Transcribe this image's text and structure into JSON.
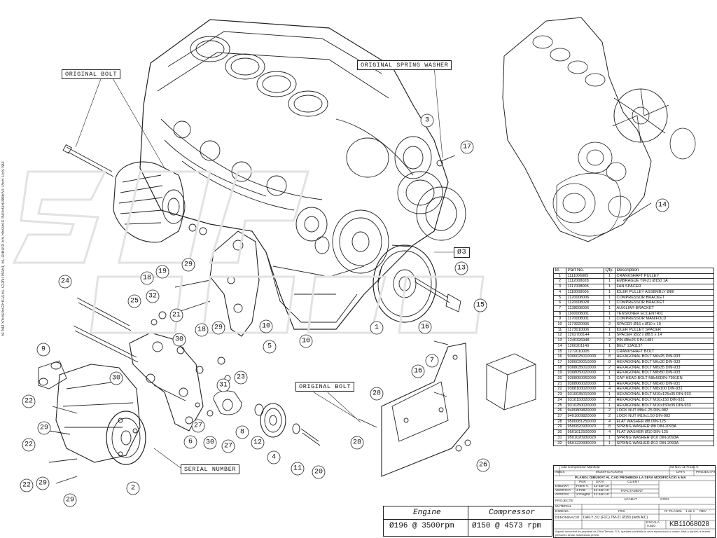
{
  "callouts": {
    "original_bolt_top": "ORIGINAL BOLT",
    "original_spring_washer": "ORIGINAL SPRING WASHER",
    "original_bolt_bottom": "ORIGINAL BOLT",
    "serial_number": "SERIAL NUMBER",
    "diameter_mark": "Ø3"
  },
  "balloons": {
    "b1": "1",
    "b2": "2",
    "b3": "3",
    "b4": "4",
    "b5": "5",
    "b6": "6",
    "b7": "7",
    "b8": "8",
    "b9": "9",
    "b10a": "10",
    "b10b": "10",
    "b11": "11",
    "b12": "12",
    "b13": "13",
    "b14": "14",
    "b15": "15",
    "b16a": "16",
    "b16b": "16",
    "b17": "17",
    "b18a": "18",
    "b18b": "18",
    "b19": "19",
    "b20": "20",
    "b21": "21",
    "b22a": "22",
    "b22b": "22",
    "b22c": "22",
    "b23": "23",
    "b24": "24",
    "b25": "25",
    "b26": "26",
    "b27a": "27",
    "b27b": "27",
    "b28a": "28",
    "b28b": "28",
    "b29a": "29",
    "b29b": "29",
    "b29c": "29",
    "b29d": "29",
    "b29e": "29",
    "b30a": "30",
    "b30b": "30",
    "b30c": "30",
    "b31": "31",
    "b32": "32"
  },
  "side_note": "SI NO S'ESPECIFICA EL CONTRARI, EL DIBUIX ES REGEIX INTEGRAMENT PER LES NORMES DIN ISO",
  "parts_table": {
    "headers": {
      "id": "Id.",
      "part": "Part No.",
      "qty": "Qty.",
      "desc": "Description"
    },
    "rows": [
      [
        "1",
        "1111006005",
        "1",
        "CRANKSHAFT PULLEY"
      ],
      [
        "2",
        "1112008028",
        "1",
        "EMBRAGUE TM-21 Ø150 1A"
      ],
      [
        "3",
        "1117008005",
        "1",
        "FAN SPACER"
      ],
      [
        "4",
        "1118008006",
        "1",
        "IDLER PULLEY ASSEMBLY Ø80"
      ],
      [
        "5",
        "1120008006",
        "1",
        "COMPRESSOR BRACKET"
      ],
      [
        "6",
        "1120008028",
        "1",
        "COMPRESSOR BRACKET"
      ],
      [
        "7",
        "1138008006",
        "1",
        "AUXILIAR BRACKET"
      ],
      [
        "8",
        "1160008001",
        "1",
        "TENSIONER ECCENTRIC"
      ],
      [
        "9",
        "1170008001",
        "1",
        "COMPRESSOR MANIFOLD"
      ],
      [
        "10",
        "1173020006",
        "2",
        "SPACER Ø16 x Ø10 x 10"
      ],
      [
        "11",
        "1173010006",
        "1",
        "IDLER PULLEY SPACER"
      ],
      [
        "12",
        "1202708144",
        "1",
        "SPACER Ø22 x Ø8.5 x 14"
      ],
      [
        "13",
        "1240326948",
        "2",
        "PIN Ø8x26 DIN-1481"
      ],
      [
        "14",
        "1260201140",
        "1",
        "BELT 13A1137"
      ],
      [
        "15",
        "1272010005",
        "1",
        "CRANKSHAFT BOLT"
      ],
      [
        "16",
        "9306025010000",
        "8",
        "HEXAGONAL BOLT M6x25 DIN-933"
      ],
      [
        "17",
        "9306030010000",
        "8",
        "HEXAGONAL BOLT M6x30 DIN-933"
      ],
      [
        "18",
        "9308035010000",
        "2",
        "HEXAGONAL BOLT M8x35 DIN-933"
      ],
      [
        "19",
        "9308050020000",
        "1",
        "HEXAGONAL BOLT M8x50 DIN-933"
      ],
      [
        "20",
        "9308050060000",
        "1",
        "CAP HEAD BOLT M8x50DIN-7991EN"
      ],
      [
        "21",
        "9308060020000",
        "1",
        "HEXAGONAL BOLT M8x60 DIN-931"
      ],
      [
        "22",
        "9308100020000",
        "4",
        "HEXAGONAL BOLT M8x100 DIN-931"
      ],
      [
        "23",
        "9310035010000",
        "1",
        "HEXAGONAL BOLT M10x125x35 DIN-933"
      ],
      [
        "24",
        "9310150020000",
        "2",
        "HEXAGONAL BOLT M10x150 DIN-931"
      ],
      [
        "25",
        "9310250020000",
        "1",
        "HEXAGONAL BOLT M10x150x35 DIN-933"
      ],
      [
        "26",
        "9400809820000",
        "2",
        "LOCK NUT M8x1.25 DIN-982"
      ],
      [
        "27",
        "9401009820000",
        "2",
        "LOCK NUT M10x1.50 DIN-982"
      ],
      [
        "28",
        "9500081250000",
        "4",
        "FLAT WASHER Ø8 DIN-125"
      ],
      [
        "29",
        "9500820930020",
        "8",
        "SPRING WASHER Ø8 DIN-2093A"
      ],
      [
        "30",
        "9501012500000",
        "4",
        "FLAT WASHER Ø10 DIN-125"
      ],
      [
        "31",
        "9501020930020",
        "1",
        "SPRING WASHER Ø10 DIN-2093A"
      ],
      [
        "32",
        "9501220930020",
        "1",
        "SPRING WASHER Ø12 DIN-2093A"
      ]
    ]
  },
  "title_block": {
    "mod_label": "Add Compressor Manifold",
    "mod_date": "03-Nov-11 Frank V.",
    "index": "INDEX",
    "modifications": "MODIFICACIONS",
    "date": "DATA",
    "projected": "PROJECTAT",
    "warning": "PLANOL DIBUIXAT AL CAD PROHIBIDA LA SEVA MODIFICACIO A MA",
    "per": "PER",
    "data": "DATA",
    "client": "CLIENT",
    "dibuixa": "DIBUIXA",
    "dibuixa_name": "Frank V.",
    "dibuixa_date": "13-Jan-10",
    "verifica": "VERIFICA",
    "verifica_name": "J.Petit",
    "verifica_date": "13-Jan-10",
    "aprova": "APROVA",
    "aprova_name": "Z.Puigtrà",
    "aprova_date": "13-Jan-10",
    "tractament": "TRACTAMENT",
    "projecte": "PROJECTE",
    "acabat": "ACABAT",
    "codi": "CODI",
    "material": "MATERIAL",
    "dimens": "DIMENS.",
    "pes": "PES",
    "num_planol": "Nº PLANOL",
    "sheet": "1 de 1",
    "rev": "REV",
    "denominacio": "DENOMINACIO",
    "denominacio_value": "DAILY 3.0 (F1C) TM-21 Ø150 (with A/C)",
    "escala": "ESCALA",
    "escala_value": "0.500",
    "drawing_number": "KB11068028",
    "footer": "Aquest document és propietat de Oliva Termos, S.A. quedant prohibida la seva reproducció o cessió, total o parcial, a tercers persones sense autorització prèvia."
  },
  "spec_box": {
    "engine_label": "Engine",
    "compressor_label": "Compressor",
    "engine_value": "Ø196 @ 3500rpm",
    "compressor_value": "Ø150 @ 4573 rpm"
  }
}
